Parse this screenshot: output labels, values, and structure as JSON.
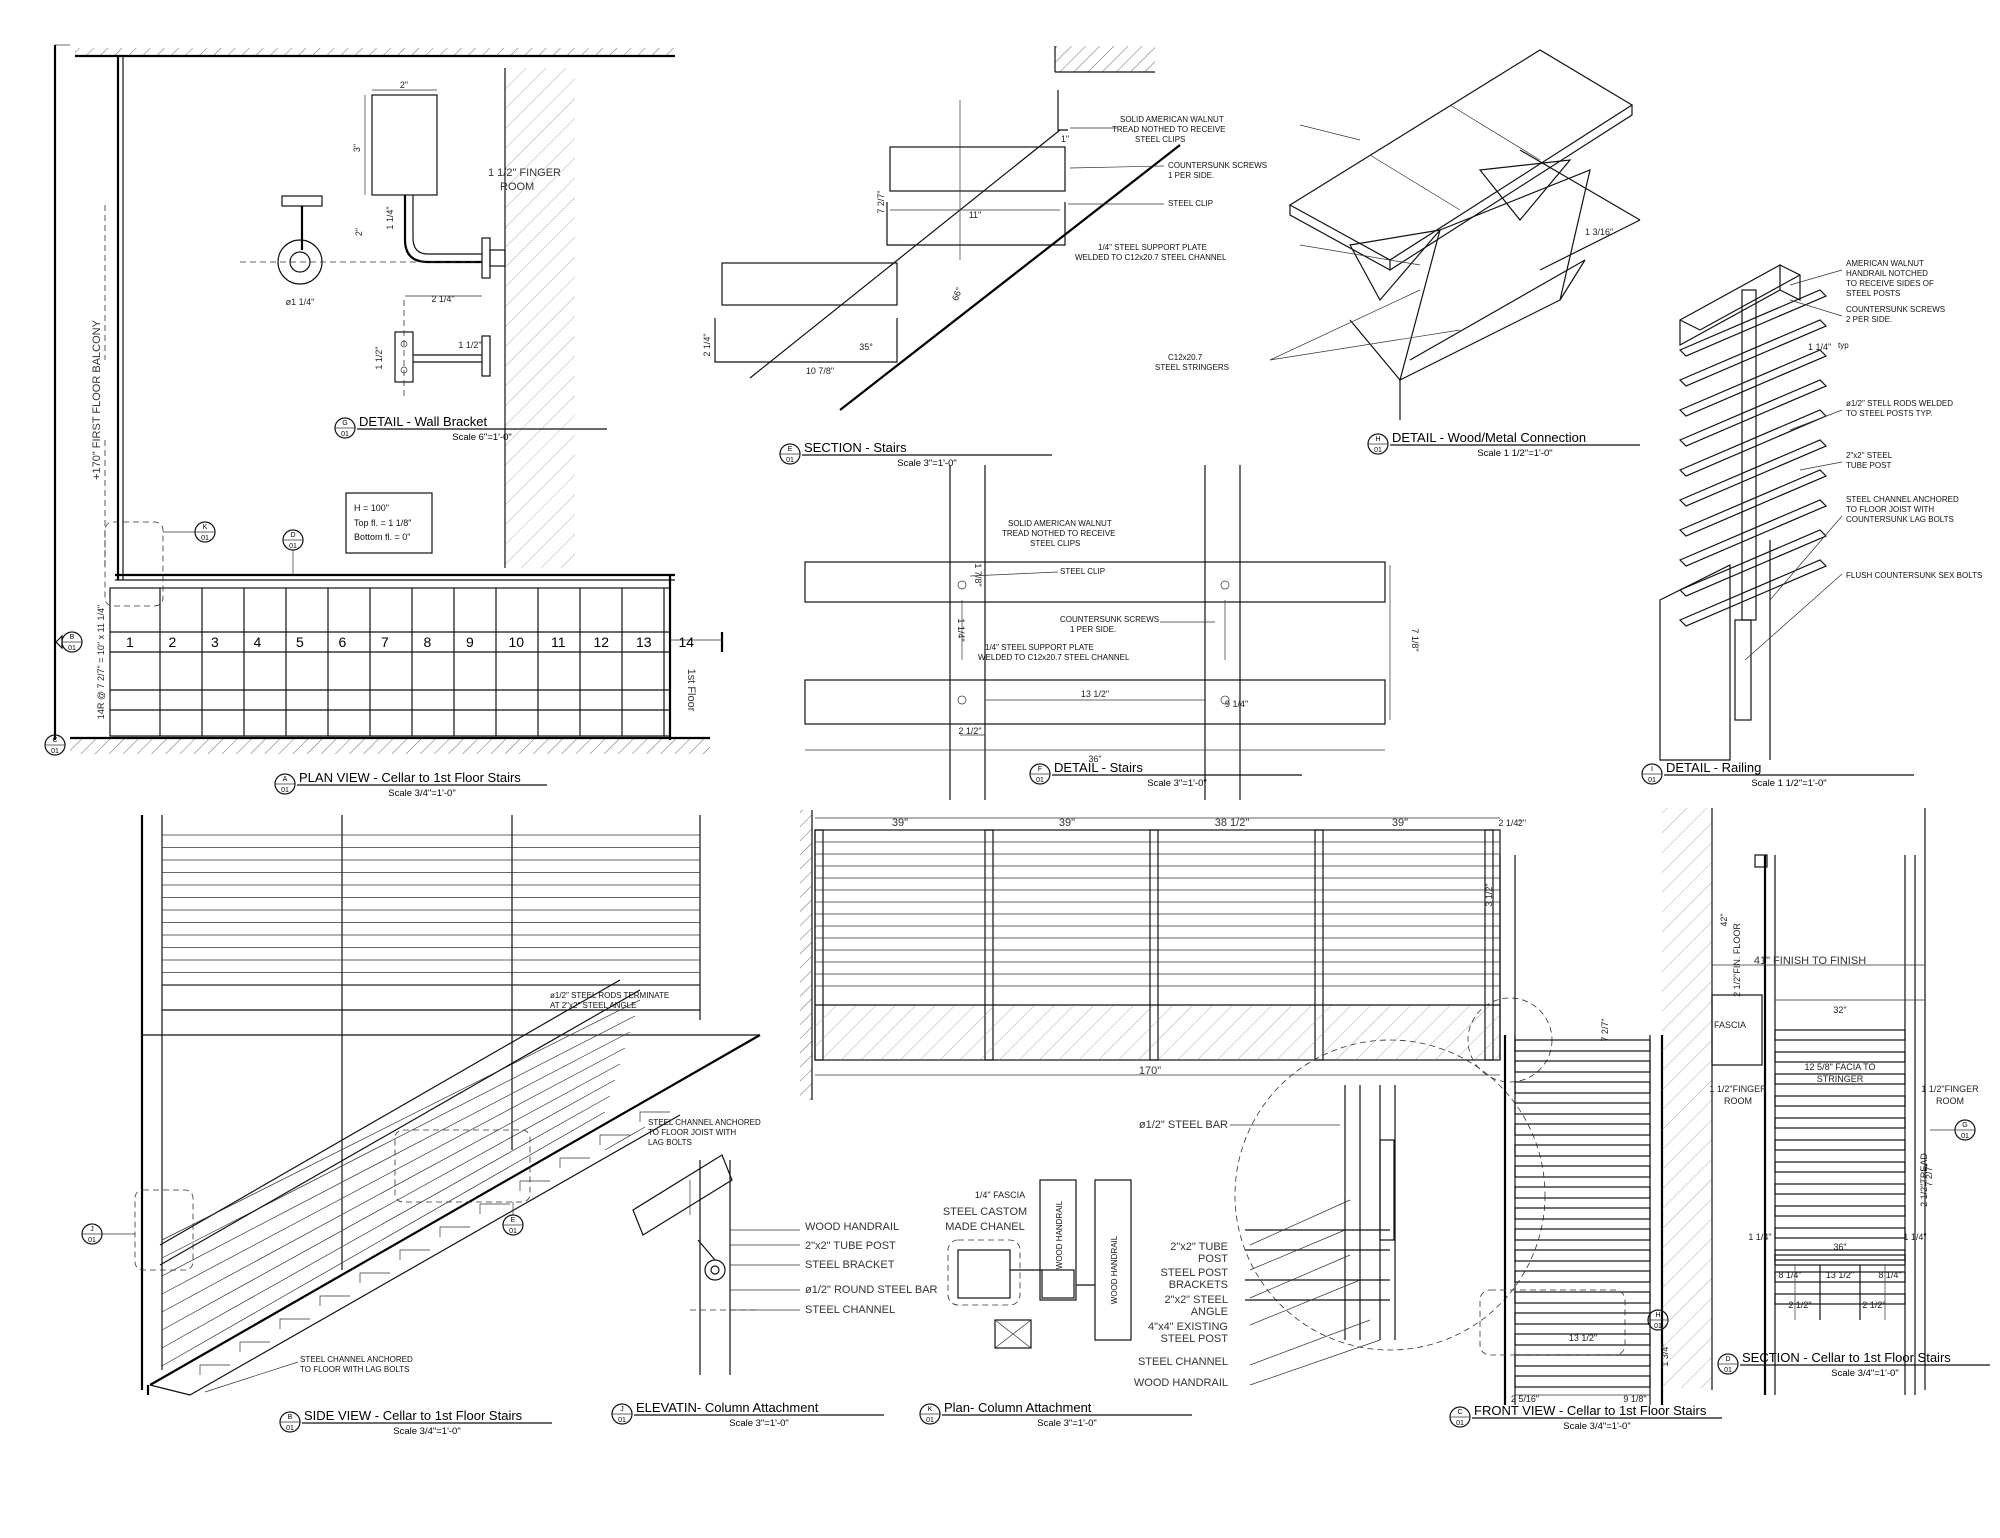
{
  "plan": {
    "title": "PLAN VIEW - Cellar to 1st Floor Stairs",
    "scale": "Scale 3/4\"=1'-0\"",
    "bubble": "A",
    "sheet": "01",
    "balcony_label": "+170\" FIRST FLOOR BALCONY",
    "floor_label": "1st Floor",
    "rise_label": "14R @ 7 2/7\" = 10\" x 11 1/4\"",
    "steps": [
      "1",
      "2",
      "3",
      "4",
      "5",
      "6",
      "7",
      "8",
      "9",
      "10",
      "11",
      "12",
      "13",
      "14"
    ],
    "height_box": [
      "H = 100\"",
      "Top fl. = 1 1/8\"",
      "Bottom fl. = 0\""
    ],
    "ref_k": "K",
    "ref_d": "D",
    "ref_b": "B",
    "ref_c": "C"
  },
  "wall_bracket": {
    "title": "DETAIL - Wall Bracket",
    "scale": "Scale 6\"=1'-0\"",
    "bubble": "G",
    "sheet": "01",
    "dims": [
      "2\"",
      "3\"",
      "2\"",
      "2 1/4\"",
      "1 1/4\"",
      "1 1/2\"",
      "1 1/2\"",
      "ø1 1/4\""
    ],
    "finger_room": [
      "1 1/2\" FINGER",
      "ROOM"
    ]
  },
  "section_stairs": {
    "title": "SECTION - Stairs",
    "scale": "Scale 3\"=1'-0\"",
    "bubble": "E",
    "sheet": "01",
    "notes": [
      "SOLID AMERICAN WALNUT",
      "TREAD NOTHED TO RECEIVE",
      "STEEL CLIPS",
      "COUNTERSUNK SCREWS",
      "1 PER SIDE.",
      "STEEL CLIP",
      "1/4\" STEEL SUPPORT PLATE",
      "WELDED TO C12x20.7 STEEL CHANNEL"
    ],
    "dims": [
      "11\"",
      "10 7/8\"",
      "7 2/7\"",
      "2 1/4\"",
      "35°",
      "66°",
      "1\""
    ]
  },
  "wood_metal": {
    "title": "DETAIL - Wood/Metal Connection",
    "scale": "Scale 1 1/2\"=1'-0\"",
    "bubble": "H",
    "sheet": "01",
    "notes": [
      "C12x20.7",
      "STEEL STRINGERS"
    ],
    "dim": "1 3/16\""
  },
  "railing": {
    "title": "DETAIL - Railing",
    "scale": "Scale 1 1/2\"=1'-0\"",
    "bubble": "I",
    "sheet": "01",
    "typ": "typ",
    "dim": "1 1/4\"",
    "notes": [
      "AMERICAN WALNUT",
      "HANDRAIL NOTCHED",
      "TO RECEIVE SIDES OF",
      "STEEL POSTS",
      "COUNTERSUNK SCREWS",
      "2 PER SIDE.",
      "ø1/2\" STELL RODS WELDED",
      "TO STEEL POSTS TYP.",
      "2\"x2\" STEEL",
      "TUBE POST",
      "STEEL CHANNEL ANCHORED",
      "TO FLOOR JOIST WITH",
      "COUNTERSUNK LAG BOLTS",
      "FLUSH COUNTERSUNK SEX BOLTS"
    ]
  },
  "detail_stairs": {
    "title": "DETAIL - Stairs",
    "scale": "Scale 3\"=1'-0\"",
    "bubble": "F",
    "sheet": "01",
    "notes": [
      "SOLID AMERICAN WALNUT",
      "TREAD NOTHED TO RECEIVE",
      "STEEL CLIPS",
      "STEEL CLIP",
      "COUNTERSUNK SCREWS",
      "1 PER SIDE.",
      "1/4\" STEEL SUPPORT PLATE",
      "WELDED TO C12x20.7 STEEL CHANNEL"
    ],
    "dims": [
      "36\"",
      "13 1/2\"",
      "2 1/2\"",
      "9 1/4\"",
      "7 1/8\"",
      "1 7/8\"",
      "1 1/4\""
    ]
  },
  "side_view": {
    "title": "SIDE VIEW - Cellar to 1st Floor Stairs",
    "scale": "Scale 3/4\"=1'-0\"",
    "bubble": "B",
    "sheet": "01",
    "notes": [
      "ø1/2\" STEEL RODS TERMINATE",
      "AT 2\"x2\" STEEL ANGLE",
      "STEEL CHANNEL ANCHORED",
      "TO FLOOR JOIST WITH",
      "LAG BOLTS",
      "STEEL CHANNEL ANCHORED",
      "TO FLOOR WITH LAG BOLTS"
    ],
    "ref_j": "J",
    "ref_e": "E"
  },
  "elevation": {
    "top_dims": [
      "39\"",
      "39\"",
      "38 1/2\"",
      "39\"",
      "2 1/4\"",
      "2\""
    ],
    "total": "170\"",
    "rod_spacing": "3 1/2\""
  },
  "column_attach": {
    "title": "ELEVATIN- Column Attachment",
    "scale": "Scale 3\"=1'-0\"",
    "bubble": "J",
    "sheet": "01",
    "notes": [
      "WOOD HANDRAIL",
      "2\"x2\" TUBE POST",
      "STEEL BRACKET",
      "ø1/2\" ROUND STEEL BAR",
      "STEEL CHANNEL"
    ]
  },
  "plan_column": {
    "title": "Plan- Column Attachment",
    "scale": "Scale 3\"=1'-0\"",
    "bubble": "K",
    "sheet": "01",
    "notes": [
      "1/4\" FASCIA",
      "STEEL CASTOM",
      "MADE CHANEL",
      "WOOD HANDRAIL",
      "WOOD HANDRAIL"
    ]
  },
  "front_view": {
    "title": "FRONT VIEW - Cellar to 1st Floor Stairs",
    "scale": "Scale 3/4\"=1'-0\"",
    "bubble": "C",
    "sheet": "01",
    "callouts": [
      "ø1/2\" STEEL BAR",
      "2\"x2\" TUBE",
      "POST",
      "STEEL POST",
      "BRACKETS",
      "2\"x2\" STEEL",
      "ANGLE",
      "4\"x4\" EXISTING",
      "STEEL POST",
      "STEEL CHANNEL",
      "WOOD HANDRAIL"
    ],
    "dims": [
      "13 1/2\"",
      "2 5/16\"",
      "9 1/8\"",
      "1 3/4\"",
      "7 2/7\""
    ],
    "ref_h": "H"
  },
  "section_cellar": {
    "title": "SECTION - Cellar to 1st Floor Stairs",
    "scale": "Scale 3/4\"=1'-0\"",
    "bubble": "D",
    "sheet": "01",
    "notes": [
      "41\" FINISH TO FINISH",
      "32\"",
      "12 5/8\" FACIA TO",
      "STRINGER",
      "1 1/2\"FINGER",
      "ROOM",
      "1 1/2\"FINGER",
      "ROOM",
      "FASCIA",
      "42\"",
      "2 1/2\"FIN. FLOOR",
      "2 1/2\"TREAD",
      "36\"",
      "13 1/2\"",
      "8 1/4\"",
      "8 1/4\"",
      "2 1/2\"",
      "2 1/2\"",
      "1 1/4\"",
      "1 1/4\"",
      "7 2/7\""
    ],
    "ref_g": "G"
  }
}
